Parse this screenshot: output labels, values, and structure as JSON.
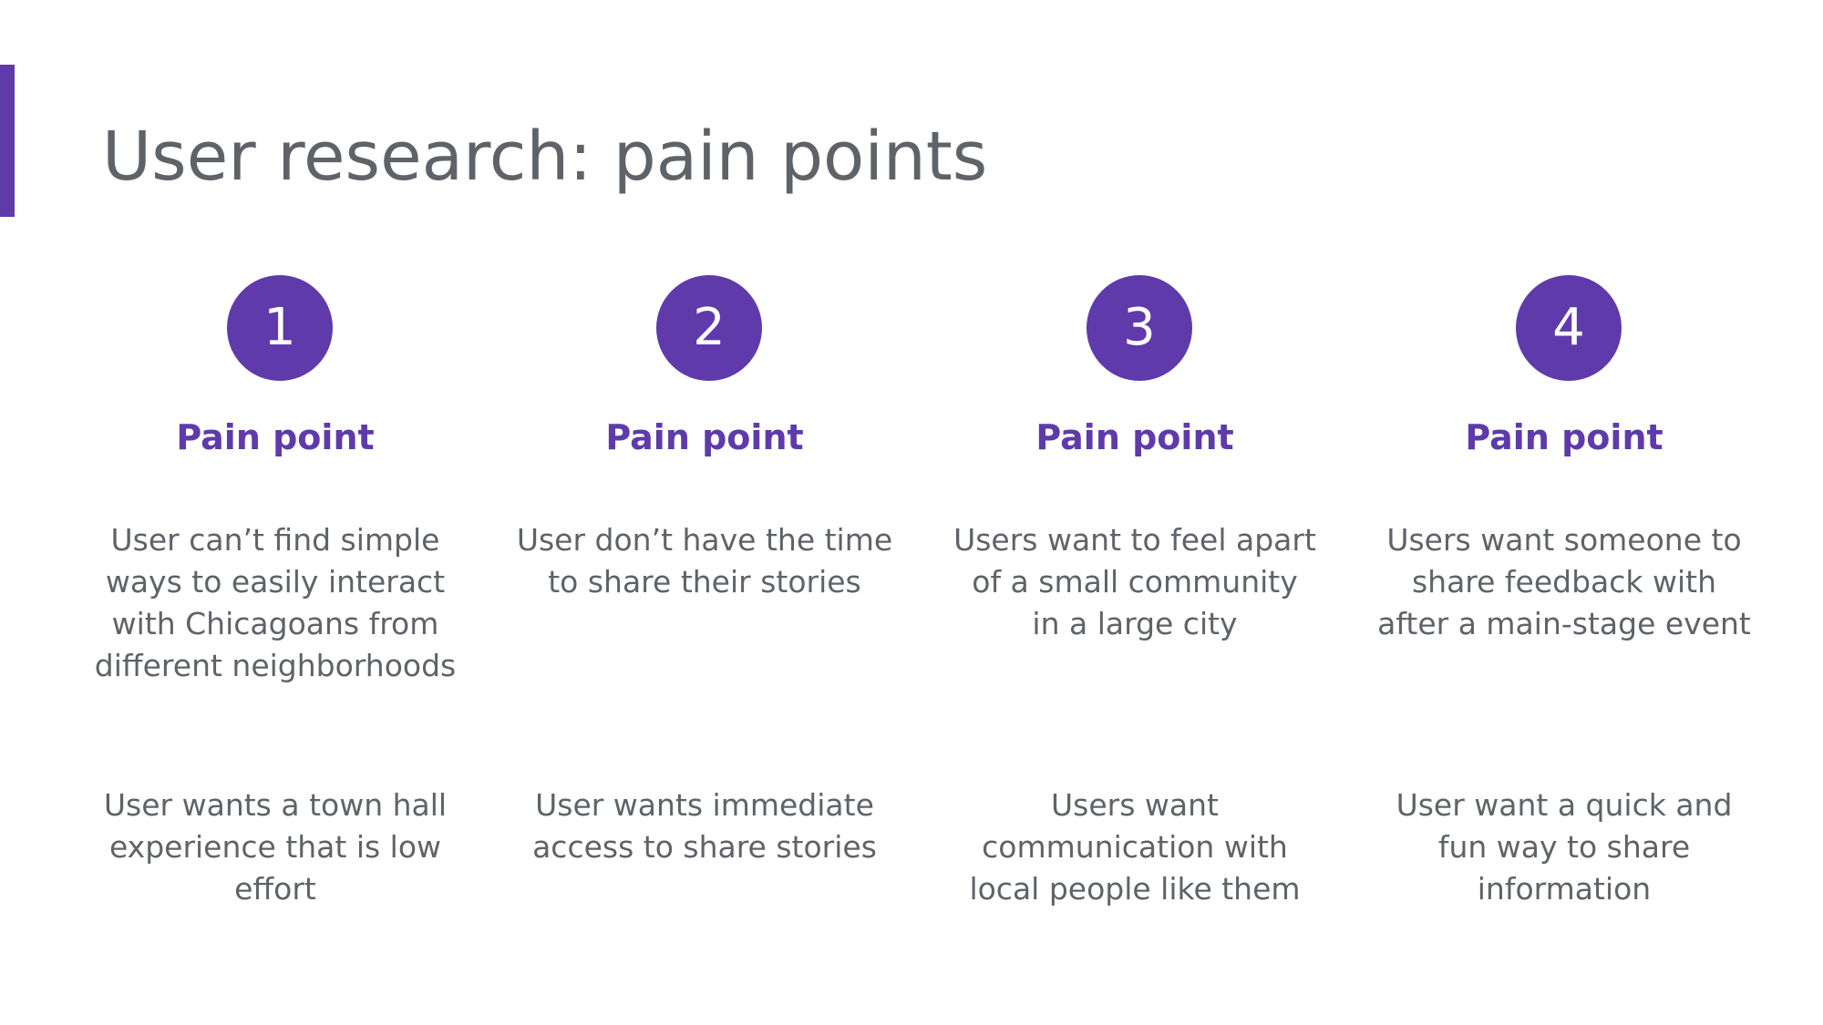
{
  "slide": {
    "title": "User research: pain points",
    "accent_color": "#5e3aab",
    "text_color": "#5f6368"
  },
  "pain_points": [
    {
      "number": "1",
      "heading": "Pain point",
      "text_1": "User can’t find simple\nways to easily interact\nwith Chicagoans from\ndifferent neighborhoods",
      "text_2": "User wants a town hall\nexperience that is low\neffort"
    },
    {
      "number": "2",
      "heading": "Pain point",
      "text_1": "User don’t have the time\nto share their stories",
      "text_2": "User wants immediate\naccess to share stories"
    },
    {
      "number": "3",
      "heading": "Pain point",
      "text_1": "Users want to feel apart\nof a small community\nin a large city",
      "text_2": "Users want\ncommunication with\nlocal people like them"
    },
    {
      "number": "4",
      "heading": "Pain point",
      "text_1": "Users want someone to\nshare feedback with\nafter a main-stage event",
      "text_2": "User want a quick and\nfun way to share\ninformation"
    }
  ]
}
